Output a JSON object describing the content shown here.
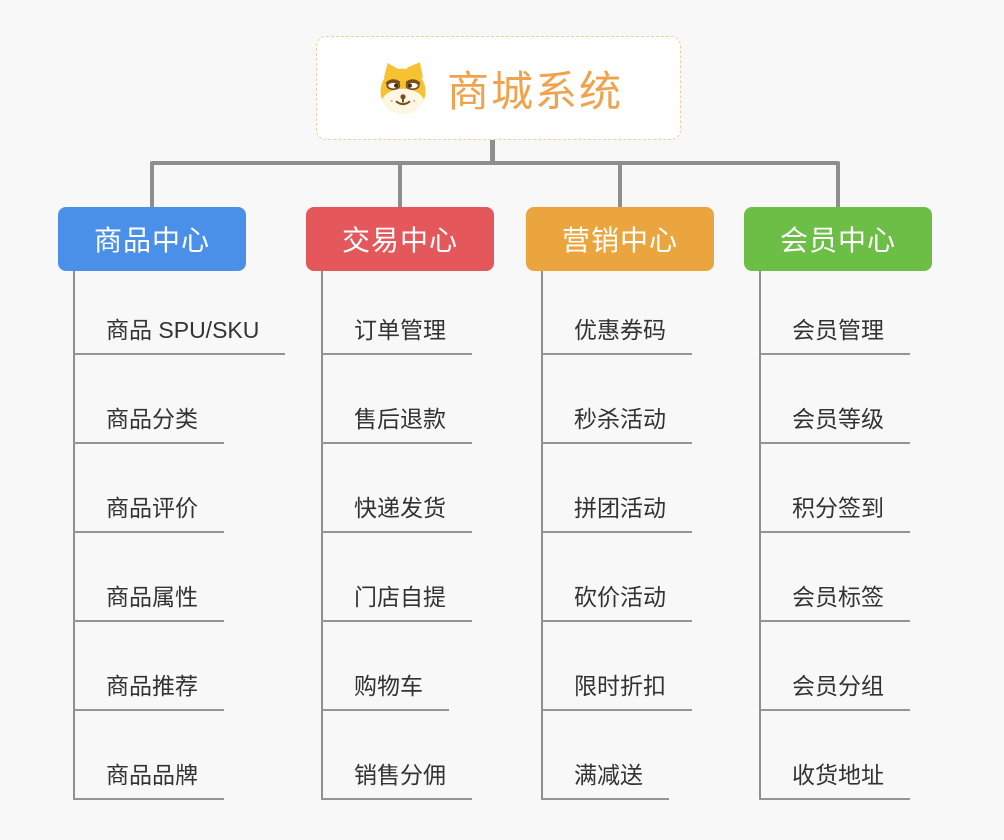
{
  "canvas": {
    "background_color": "#f8f8f8",
    "connector_color": "#8e8e8e",
    "child_text_color": "#333333"
  },
  "root": {
    "title": "商城系统",
    "title_color": "#f0a24c",
    "border_color": "#f2ce9c",
    "icon": "doge-icon"
  },
  "branches": [
    {
      "label": "商品中心",
      "color": "#4b90e8",
      "children": [
        "商品 SPU/SKU",
        "商品分类",
        "商品评价",
        "商品属性",
        "商品推荐",
        "商品品牌"
      ]
    },
    {
      "label": "交易中心",
      "color": "#e4585b",
      "children": [
        "订单管理",
        "售后退款",
        "快递发货",
        "门店自提",
        "购物车",
        "销售分佣"
      ]
    },
    {
      "label": "营销中心",
      "color": "#eaa53e",
      "children": [
        "优惠券码",
        "秒杀活动",
        "拼团活动",
        "砍价活动",
        "限时折扣",
        "满减送"
      ]
    },
    {
      "label": "会员中心",
      "color": "#6dbe47",
      "children": [
        "会员管理",
        "会员等级",
        "积分签到",
        "会员标签",
        "会员分组",
        "收货地址"
      ]
    }
  ]
}
